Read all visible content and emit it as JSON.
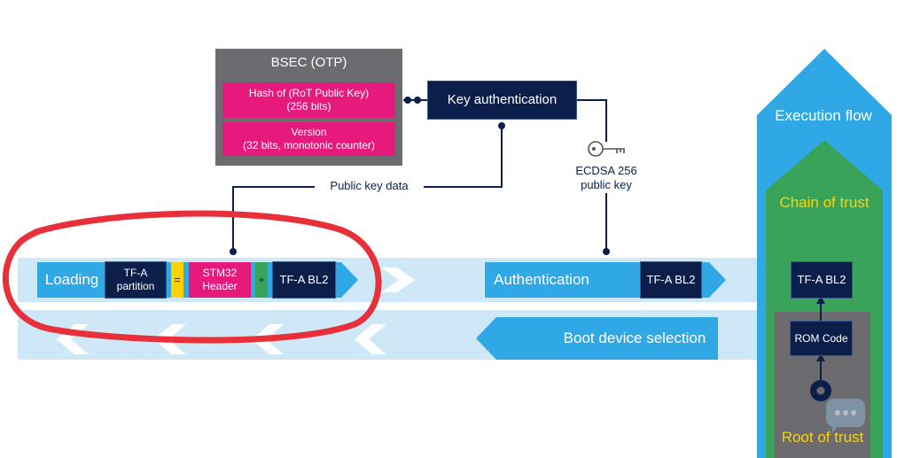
{
  "bsec": {
    "title": "BSEC (OTP)",
    "hash_line1": "Hash of (RoT Public Key)",
    "hash_line2": "(256 bits)",
    "version_line1": "Version",
    "version_line2": "(32 bits, monotonic counter)"
  },
  "key_auth": "Key authentication",
  "public_key_data": "Public key data",
  "ecdsa_line1": "ECDSA 256",
  "ecdsa_line2": "public key",
  "loading": {
    "label": "Loading",
    "tfa_partition_line1": "TF-A",
    "tfa_partition_line2": "partition",
    "equals": "=",
    "stm32_line1": "STM32",
    "stm32_line2": "Header",
    "plus": "+",
    "tfa_bl2": "TF-A BL2"
  },
  "authentication": {
    "label": "Authentication",
    "tfa_bl2": "TF-A BL2"
  },
  "boot_device_selection": "Boot device selection",
  "execution_flow": "Execution flow",
  "chain_of_trust": "Chain of trust",
  "root_of_trust": "Root of trust",
  "stack": {
    "tfa_bl2": "TF-A BL2",
    "rom_code": "ROM Code"
  },
  "colors": {
    "navy": "#0b1f4a",
    "pink": "#e6197d",
    "blue": "#31a8e6",
    "light_blue": "#cfe8f7",
    "green": "#3aa35a",
    "gray": "#6b6b70",
    "yellow": "#ffd200",
    "highlight_red": "#e8303a"
  },
  "icons": [
    "key-icon",
    "chat-icon",
    "root-circle-icon"
  ]
}
